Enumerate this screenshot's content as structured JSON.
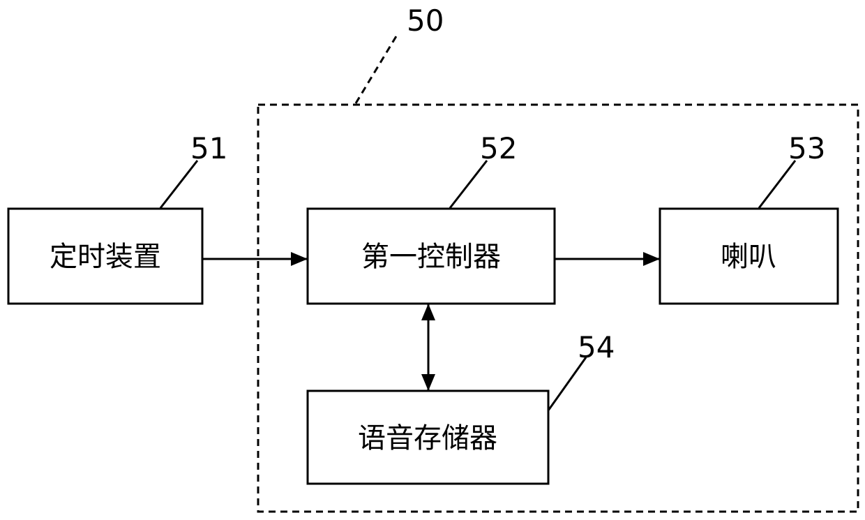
{
  "diagram": {
    "group": {
      "ref": "50"
    },
    "blocks": {
      "timer": {
        "ref": "51",
        "label": "定时装置"
      },
      "controller": {
        "ref": "52",
        "label": "第一控制器"
      },
      "speaker": {
        "ref": "53",
        "label": "喇叭"
      },
      "voice_memory": {
        "ref": "54",
        "label": "语音存储器"
      }
    },
    "colors": {
      "line": "#000000",
      "background": "#ffffff"
    }
  }
}
